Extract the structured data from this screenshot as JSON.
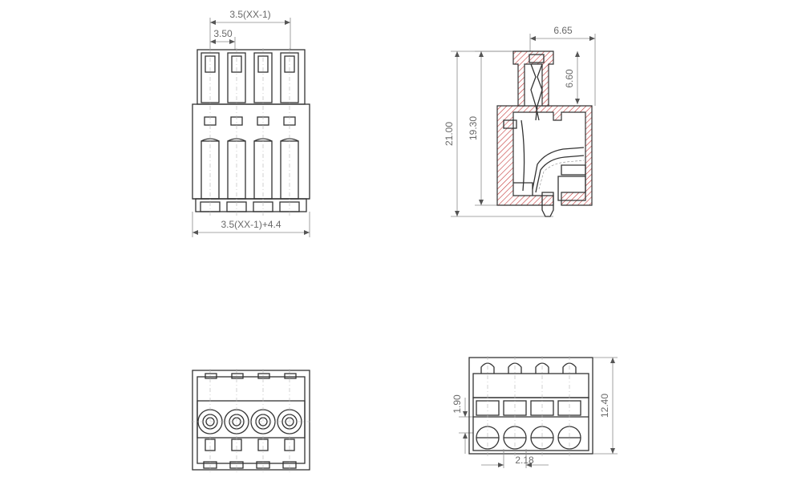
{
  "drawing": {
    "background": "#ffffff",
    "line_color": "#333333",
    "dimension_color": "#6a6a6a",
    "hatch_color": "#c43a3a",
    "pole_count": 4
  },
  "dimensions": {
    "top_pitch_formula": "3.5(XX-1)",
    "pitch": "3.50",
    "overall_width": "3.5(XX-1)+4.4",
    "side_depth": "6.65",
    "side_offset": "6.60",
    "side_height_total": "21.00",
    "side_height_body": "19.30",
    "bottom_height": "12.40",
    "bottom_small_height": "1.90",
    "bottom_hole": "2.18"
  }
}
